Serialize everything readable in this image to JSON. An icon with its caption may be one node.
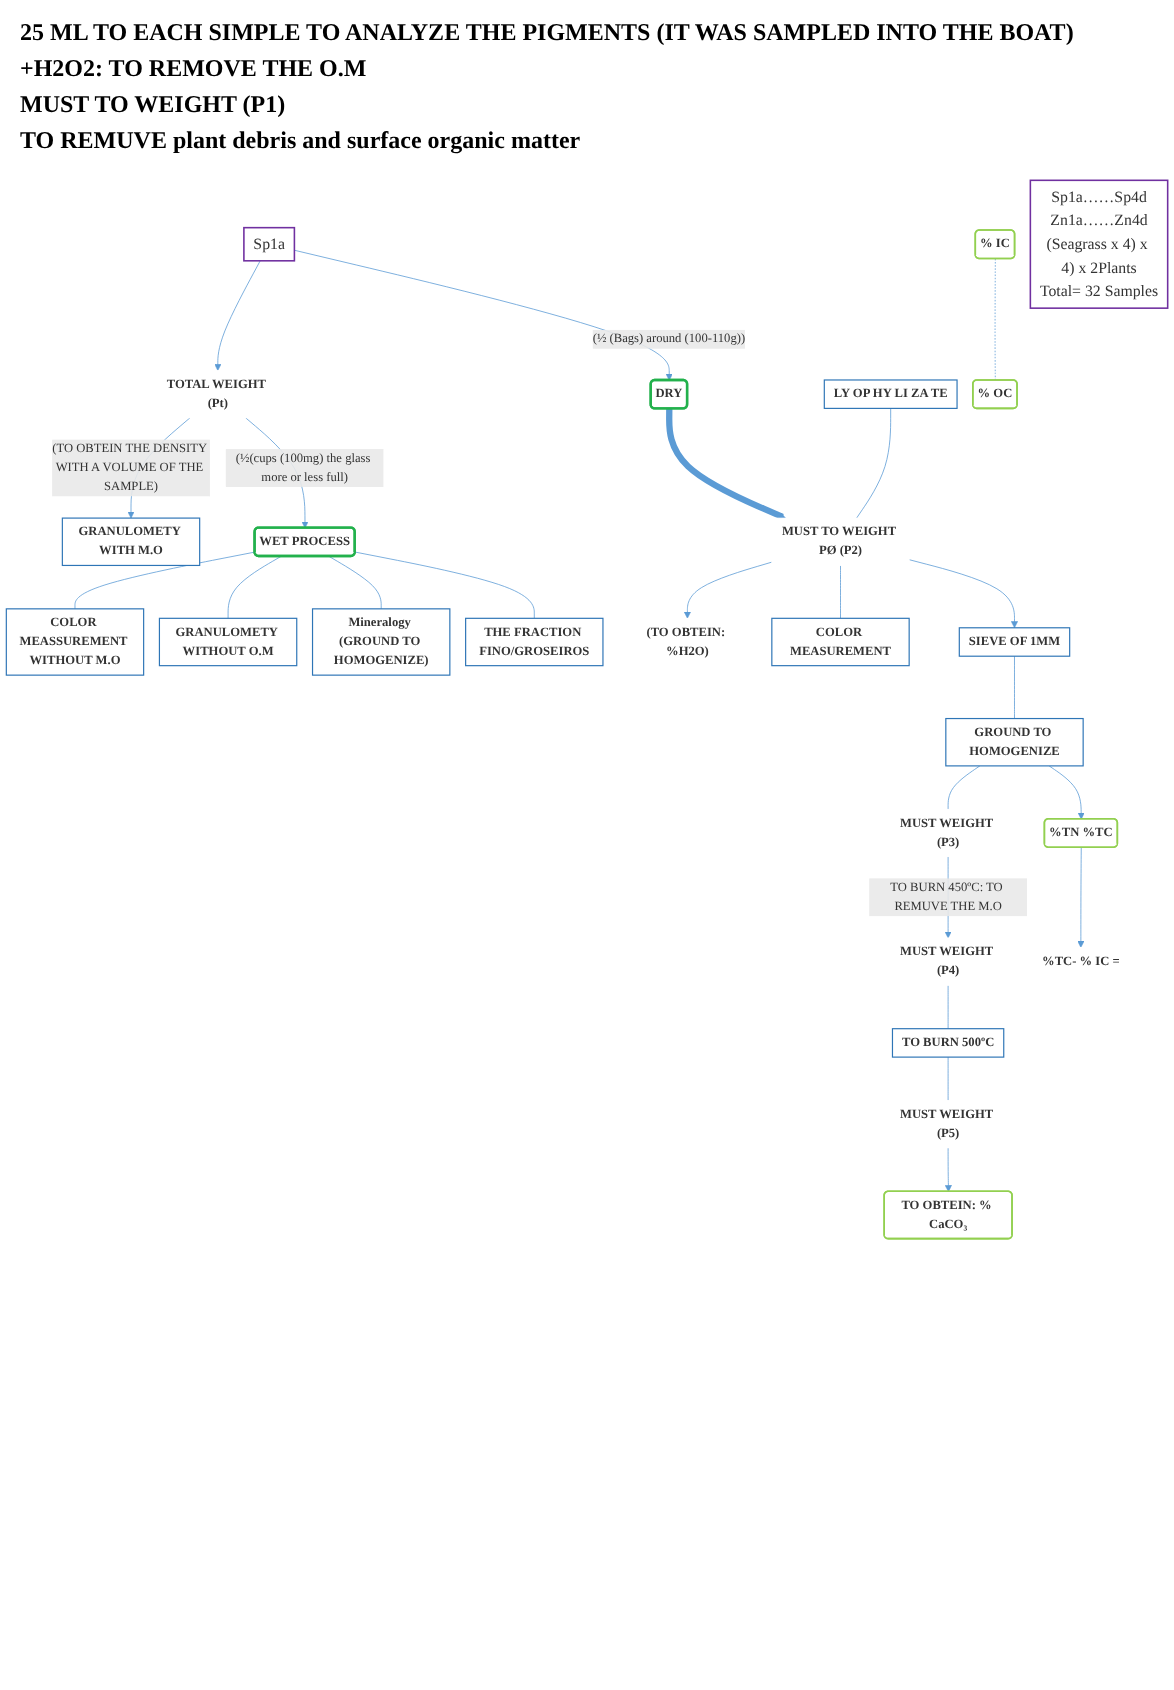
{
  "diagram": {
    "nodes": [
      {
        "text": [
          "Sp1a"
        ]
      },
      {
        "text": [
          "TOTAL WEIGHT (Pt)"
        ]
      },
      {
        "text": [
          "GRANULOMETY WITH M.O"
        ]
      },
      {
        "text": [
          "WET PROCESS"
        ]
      },
      {
        "text": [
          "COLOR MEASSUREMENT WITHOUT M.O"
        ]
      },
      {
        "text": [
          "GRANULOMETY WITHOUT O.M"
        ]
      },
      {
        "text": [
          "Mineralogy (GROUND TO HOMOGENIZE)"
        ]
      },
      {
        "text": [
          "THE FRACTION FINO/GROSEIROS"
        ]
      },
      {
        "text": [
          "DRY"
        ]
      },
      {
        "text": [
          "LY OP HY LI ZA TE"
        ]
      },
      {
        "text": [
          "MUST TO WEIGHT PØ (P2)"
        ]
      },
      {
        "text": [
          "(TO OBTEIN: %H2O)"
        ]
      },
      {
        "text": [
          "COLOR MEASUREMENT"
        ]
      },
      {
        "text": [
          "SIEVE OF 1MM"
        ]
      },
      {
        "text": [
          "GROUND TO HOMOGENIZE"
        ]
      },
      {
        "text": [
          "MUST WEIGHT (P3)"
        ]
      },
      {
        "text": [
          "MUST WEIGHT (P4)"
        ]
      },
      {
        "text": [
          "% IC"
        ]
      },
      {
        "text": [
          "TO BURN 500ºC"
        ]
      },
      {
        "text": [
          "MUST WEIGHT (P5)"
        ]
      },
      {
        "text": [
          "TO OBTEIN: % CaCO₃"
        ]
      },
      {
        "text": [
          "%TN %TC"
        ]
      },
      {
        "text": [
          "%TC- % IC ="
        ]
      },
      {
        "text": [
          "% OC"
        ]
      },
      {
        "text": [
          "Sp1a……Sp4d",
          "Zn1a……Zn4d",
          "(Seagrass x 4) x 4) x 2Plants",
          "Total= 32 Samples"
        ]
      }
    ],
    "edges": [
      {
        "from": 0,
        "to": 1,
        "arrow": "to"
      },
      {
        "from": 1,
        "to": 2,
        "arrow": "to",
        "label": "(TO OBTEIN THE DENSITY WITH A VOLUME OF THE SAMPLE)"
      },
      {
        "from": 1,
        "to": 3,
        "arrow": "to",
        "label": "(½(cups (100mg) the glass more or less full)"
      },
      {
        "from": 3,
        "to": 4,
        "arrow": "none"
      },
      {
        "from": 3,
        "to": 5,
        "arrow": "none"
      },
      {
        "from": 3,
        "to": 6,
        "arrow": "none"
      },
      {
        "from": 3,
        "to": 7,
        "arrow": "none"
      },
      {
        "from": 0,
        "to": 8,
        "arrow": "to",
        "label": "(½ (Bags) around (100-110g))"
      },
      {
        "from": 8,
        "to": 10,
        "arrow": "to",
        "style": "thick"
      },
      {
        "from": 9,
        "to": 10,
        "arrow": "none"
      },
      {
        "from": 10,
        "to": 11,
        "arrow": "to"
      },
      {
        "from": 10,
        "to": 13,
        "arrow": "to"
      },
      {
        "from": 10,
        "to": 12,
        "arrow": "none"
      },
      {
        "from": 13,
        "to": 14,
        "arrow": "none"
      },
      {
        "from": 14,
        "to": 15,
        "arrow": "none"
      },
      {
        "from": 15,
        "to": 16,
        "arrow": "to",
        "label": "TO BURN 450ºC: TO REMUVE THE M.O"
      },
      {
        "from": 16,
        "to": 18,
        "arrow": "none"
      },
      {
        "from": 18,
        "to": 19,
        "arrow": "none"
      },
      {
        "from": 19,
        "to": 20,
        "arrow": "to"
      },
      {
        "from": 14,
        "to": 21,
        "arrow": "to"
      },
      {
        "from": 21,
        "to": 22,
        "arrow": "to"
      },
      {
        "from": 17,
        "to": 23,
        "arrow": "none",
        "style": "dashed"
      }
    ],
    "labels": [
      "25 ML TO EACH SIMPLE TO ANALYZE THE PIGMENTS (IT WAS SAMPLED INTO THE BOAT)",
      "+H2O2: TO REMOVE THE O.M",
      "MUST TO WEIGHT (P1)",
      "TO REMUVE plant debris and surface organic matter"
    ]
  }
}
